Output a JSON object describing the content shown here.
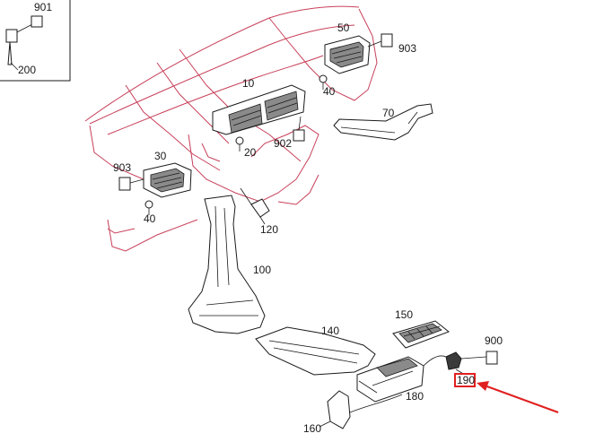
{
  "diagram": {
    "callouts": {
      "p901": "901",
      "p200": "200",
      "p50": "50",
      "p903_top": "903",
      "p40_top": "40",
      "p10": "10",
      "p70": "70",
      "p20": "20",
      "p902": "902",
      "p30": "30",
      "p903_left": "903",
      "p40_left": "40",
      "p120": "120",
      "p100": "100",
      "p150": "150",
      "p140": "140",
      "p900": "900",
      "p190": "190",
      "p180": "180",
      "p160": "160"
    },
    "highlight": {
      "part": "190",
      "color": "#e02020"
    },
    "colors": {
      "body_outline": "#c8405a",
      "parts": "#1a1a1a"
    }
  }
}
